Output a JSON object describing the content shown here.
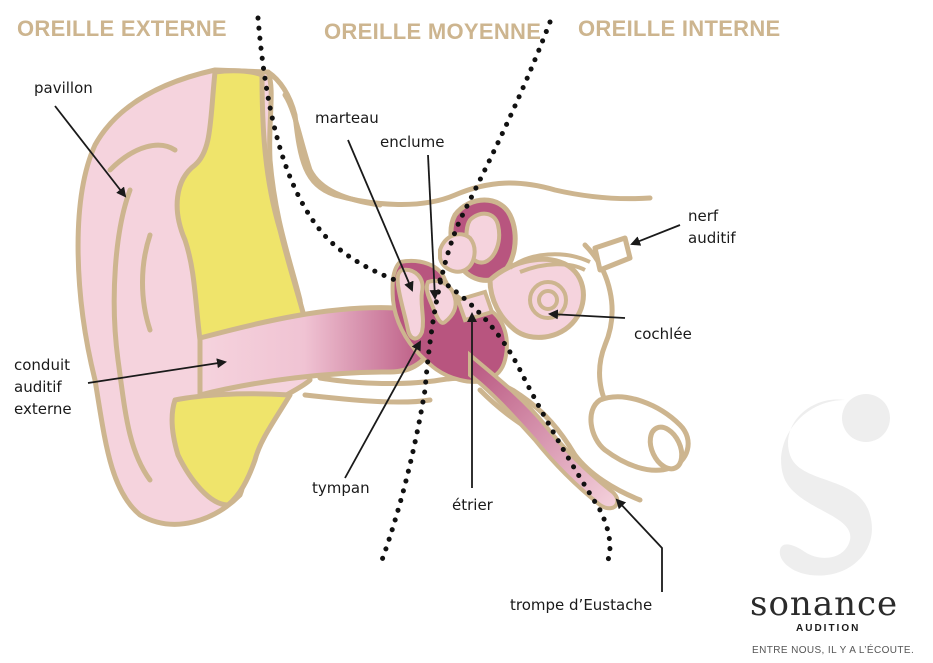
{
  "sections": {
    "outer": "OREILLE EXTERNE",
    "middle": "OREILLE MOYENNE",
    "inner": "OREILLE INTERNE"
  },
  "labels": {
    "pavillon": "pavillon",
    "conduit_1": "conduit",
    "conduit_2": "auditif",
    "conduit_3": "externe",
    "marteau": "marteau",
    "enclume": "enclume",
    "nerf_1": "nerf",
    "nerf_2": "auditif",
    "cochlee": "cochlée",
    "tympan": "tympan",
    "etrier": "étrier",
    "trompe": "trompe d’Eustache"
  },
  "brand": {
    "name": "sonance",
    "sub": "AUDITION",
    "tagline": "ENTRE NOUS, IL Y A L’ÉCOUTE."
  },
  "colors": {
    "skin": "#f5d3dd",
    "outline": "#cdb58f",
    "wax": "#efe46b",
    "deep": "#b8557f",
    "title": "#cdb58f"
  }
}
